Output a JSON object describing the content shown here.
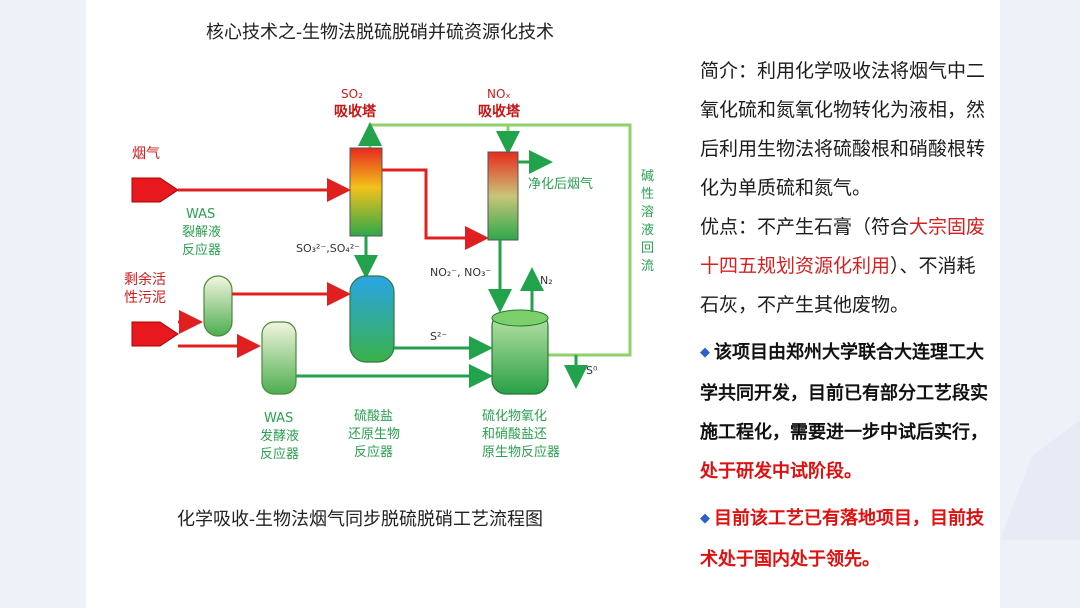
{
  "diagram": {
    "title": "核心技术之-生物法脱硫脱硝并硫资源化技术",
    "caption": "化学吸收-生物法烟气同步脱硫脱硝工艺流程图",
    "labels": {
      "so2_formula": "SO₂",
      "so2_tower": "吸收塔",
      "nox_formula": "NOₓ",
      "nox_tower": "吸收塔",
      "flue_gas": "烟气",
      "clean_gas": "净化后烟气",
      "alkali_line1": "碱",
      "alkali_line2": "性",
      "alkali_line3": "溶",
      "alkali_line4": "液",
      "alkali_line5": "回",
      "alkali_line6": "流",
      "was_lysis_line1": "WAS",
      "was_lysis_line2": "裂解液",
      "was_lysis_line3": "反应器",
      "sludge_line1": "剩余活",
      "sludge_line2": "性污泥",
      "sulfite_sulfate": "SO₃²⁻,SO₄²⁻",
      "nitrite_nitrate": "NO₂⁻, NO₃⁻",
      "nitrogen": "N₂",
      "sulfide": "S²⁻",
      "sulfur": "S⁰",
      "was_ferment_line1": "WAS",
      "was_ferment_line2": "发酵液",
      "was_ferment_line3": "反应器",
      "sulfate_reduce_line1": "硫酸盐",
      "sulfate_reduce_line2": "还原生物",
      "sulfate_reduce_line3": "反应器",
      "oxidation_line1": "硫化物氧化",
      "oxidation_line2": "和硝酸盐还",
      "oxidation_line3": "原生物反应器"
    }
  },
  "panel": {
    "intro": "简介：利用化学吸收法将烟气中二氧化硫和氮氧化物转化为液相，然后利用生物法将硫酸根和硝酸根转化为单质硫和氮气。",
    "advantage_before": "优点：不产生石膏（符合",
    "advantage_highlight": "大宗固废十四五规划资源化利用",
    "advantage_after": "）、不消耗石灰，不产生其他废物。",
    "bullet1_text": "该项目由郑州大学联合大连理工大学共同开发，目前已有部分工艺段实施工程化，需要进一步中试后实行，",
    "bullet1_highlight": "处于研发中试阶段。",
    "bullet2_text": "目前该工艺已有落地项目，目前技术处于国内处于领先。"
  },
  "colors": {
    "red_flow": "#e02020",
    "green_flow": "#22a24a",
    "light_green_flow": "#8fd06a",
    "bullet_diamond": "#2a62c9",
    "highlight": "#d42121"
  }
}
